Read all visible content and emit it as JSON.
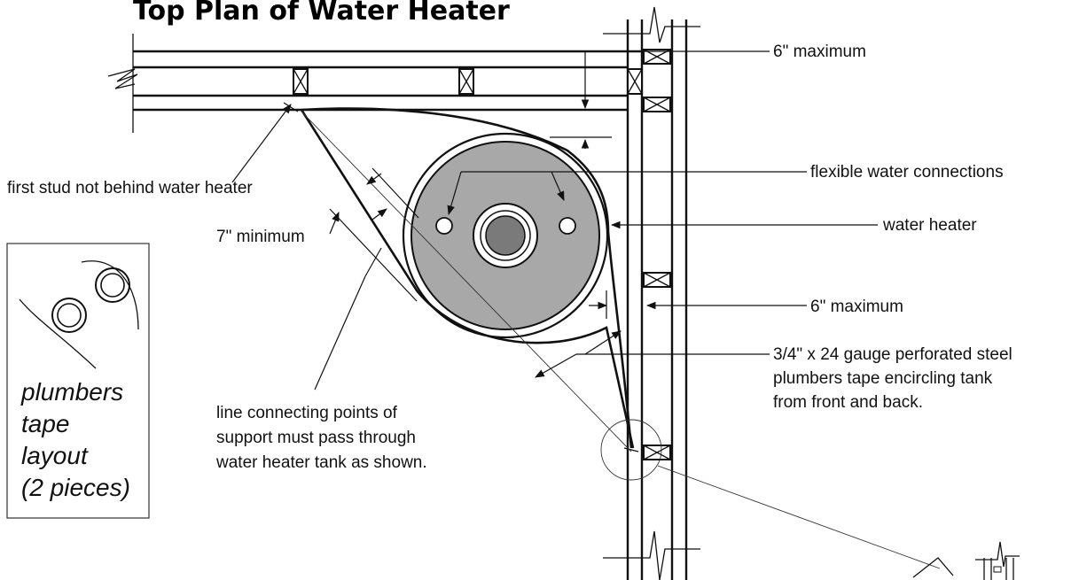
{
  "title": "Top Plan of Water Heater",
  "labels": {
    "wall_gap_top": "6\" maximum",
    "flex_connections": "flexible water connections",
    "water_heater": "water heater",
    "wall_gap_side": "6\" maximum",
    "first_stud": "first stud not behind water heater",
    "seven_min": "7\" minimum",
    "tape_line1": "3/4\" x 24 gauge perforated steel",
    "tape_line2": "plumbers tape encircling tank",
    "tape_line3": "from front and back.",
    "support_line1": "line connecting points of",
    "support_line2": "support must pass through",
    "support_line3": "water heater tank as shown."
  },
  "legend": {
    "line1": "plumbers",
    "line2": "tape",
    "line3": "layout",
    "line4": "(2 pieces)"
  },
  "colors": {
    "tank_fill": "#a8a8a8",
    "core_fill": "#7a7a7a",
    "ink": "#111111"
  }
}
